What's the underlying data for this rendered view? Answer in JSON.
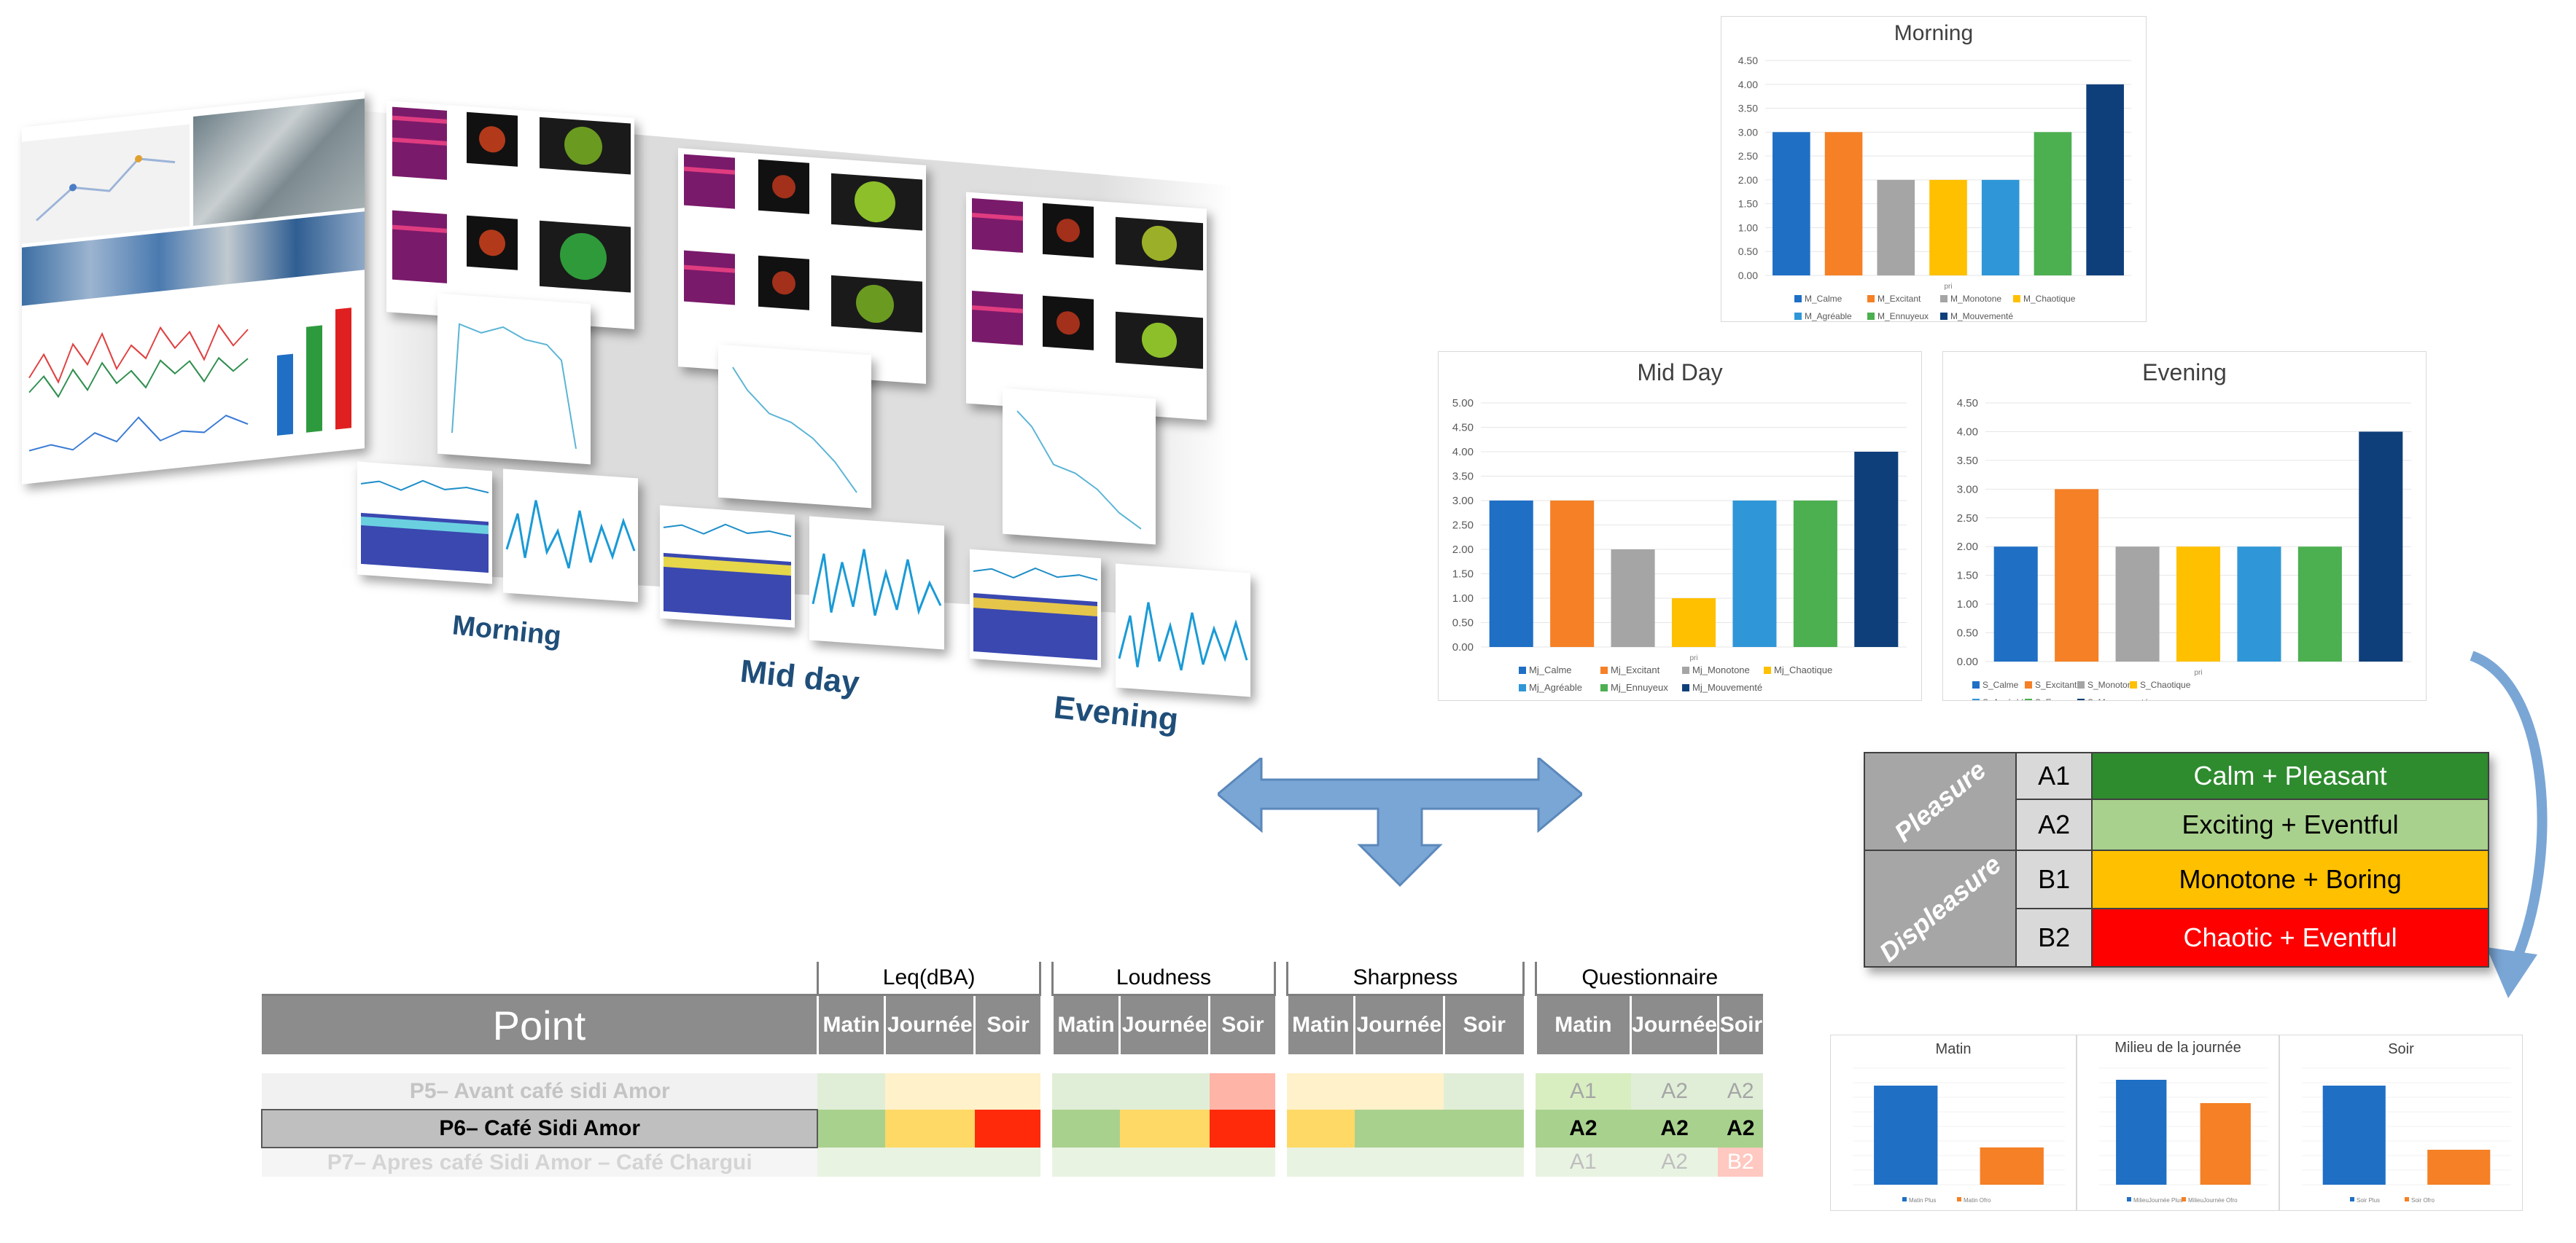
{
  "days": [
    "Morning",
    "Mid day",
    "Evening"
  ],
  "charts": {
    "morning": {
      "title": "Morning",
      "yticks": [
        "0.00",
        "0.50",
        "1.00",
        "1.50",
        "2.00",
        "2.50",
        "3.00",
        "3.50",
        "4.00",
        "4.50"
      ],
      "legend": [
        "M_Calme",
        "M_Excitant",
        "M_Monotone",
        "M_Chaotique",
        "M_Agréable",
        "M_Ennuyeux",
        "M_Mouvementé"
      ],
      "xlabel": "pri"
    },
    "midday": {
      "title": "Mid Day",
      "yticks": [
        "0.00",
        "0.50",
        "1.00",
        "1.50",
        "2.00",
        "2.50",
        "3.00",
        "3.50",
        "4.00",
        "4.50",
        "5.00"
      ],
      "legend": [
        "Mj_Calme",
        "Mj_Excitant",
        "Mj_Monotone",
        "Mj_Chaotique",
        "Mj_Agréable",
        "Mj_Ennuyeux",
        "Mj_Mouvementé"
      ],
      "xlabel": "pri"
    },
    "evening": {
      "title": "Evening",
      "yticks": [
        "0.00",
        "0.50",
        "1.00",
        "1.50",
        "2.00",
        "2.50",
        "3.00",
        "3.50",
        "4.00",
        "4.50"
      ],
      "legend": [
        "S_Calme",
        "S_Excitant",
        "S_Monotone",
        "S_Chaotique",
        "S_Agréable",
        "S_Ennuyeux",
        "S_Mouvementé"
      ],
      "xlabel": "pri"
    },
    "small": [
      {
        "title": "Matin",
        "legend": [
          "Matin Plus",
          "Matin Ofro"
        ]
      },
      {
        "title": "Milieu de la journée",
        "legend": [
          "MilieuJournée Plus",
          "MilieuJournée Ofro"
        ]
      },
      {
        "title": "Soir",
        "legend": [
          "Soir Plus",
          "Soir Ofro"
        ]
      }
    ]
  },
  "chart_data": [
    {
      "type": "bar",
      "title": "Morning",
      "categories": [
        "M_Calme",
        "M_Excitant",
        "M_Monotone",
        "M_Chaotique",
        "M_Agréable",
        "M_Ennuyeux",
        "M_Mouvementé"
      ],
      "values": [
        3,
        3,
        2,
        2,
        2,
        3,
        4
      ],
      "ylim": [
        0,
        4.5
      ],
      "colors": [
        "#1f6fc5",
        "#f58025",
        "#a5a5a5",
        "#ffc000",
        "#2f97d7",
        "#4caf50",
        "#0f3f7a"
      ]
    },
    {
      "type": "bar",
      "title": "Mid Day",
      "categories": [
        "Mj_Calme",
        "Mj_Excitant",
        "Mj_Monotone",
        "Mj_Chaotique",
        "Mj_Agréable",
        "Mj_Ennuyeux",
        "Mj_Mouvementé"
      ],
      "values": [
        3,
        3,
        2,
        1,
        3,
        3,
        4
      ],
      "ylim": [
        0,
        5
      ],
      "colors": [
        "#1f6fc5",
        "#f58025",
        "#a5a5a5",
        "#ffc000",
        "#2f97d7",
        "#4caf50",
        "#0f3f7a"
      ]
    },
    {
      "type": "bar",
      "title": "Evening",
      "categories": [
        "S_Calme",
        "S_Excitant",
        "S_Monotone",
        "S_Chaotique",
        "S_Agréable",
        "S_Ennuyeux",
        "S_Mouvementé"
      ],
      "values": [
        2,
        3,
        2,
        2,
        2,
        2,
        4
      ],
      "ylim": [
        0,
        4.5
      ],
      "colors": [
        "#1f6fc5",
        "#f58025",
        "#a5a5a5",
        "#ffc000",
        "#2f97d7",
        "#4caf50",
        "#0f3f7a"
      ]
    },
    {
      "type": "bar",
      "title": "Matin",
      "categories": [
        "Matin Plus",
        "Matin Ofro"
      ],
      "values": [
        0.85,
        0.32
      ],
      "ylim": [
        0,
        1
      ],
      "colors": [
        "#1f6fc5",
        "#f58025"
      ]
    },
    {
      "type": "bar",
      "title": "Milieu de la journée",
      "categories": [
        "MilieuJournée Plus",
        "MilieuJournée Ofro"
      ],
      "values": [
        0.9,
        0.7
      ],
      "ylim": [
        0,
        1
      ],
      "colors": [
        "#1f6fc5",
        "#f58025"
      ]
    },
    {
      "type": "bar",
      "title": "Soir",
      "categories": [
        "Soir Plus",
        "Soir Ofro"
      ],
      "values": [
        0.85,
        0.3
      ],
      "ylim": [
        0,
        1
      ],
      "colors": [
        "#1f6fc5",
        "#f58025"
      ]
    }
  ],
  "legend_table": {
    "categories": [
      "Pleasure",
      "Displeasure"
    ],
    "rows": [
      {
        "code": "A1",
        "label": "Calm + Pleasant",
        "color": "#2e8b2e"
      },
      {
        "code": "A2",
        "label": "Exciting + Eventful",
        "color": "#a9d18e"
      },
      {
        "code": "B1",
        "label": "Monotone + Boring",
        "color": "#ffc000"
      },
      {
        "code": "B2",
        "label": "Chaotic + Eventful",
        "color": "#ff0000"
      }
    ]
  },
  "table": {
    "point_header": "Point",
    "groups": [
      "Leq(dBA)",
      "Loudness",
      "Sharpness",
      "Questionnaire"
    ],
    "subheaders": [
      "Matin",
      "Journée",
      "Soir"
    ],
    "rows": [
      {
        "point": "P5– Avant café sidi Amor",
        "q": [
          "A1",
          "A2",
          "A2"
        ]
      },
      {
        "point": "P6– Café Sidi Amor",
        "q": [
          "A2",
          "A2",
          "A2"
        ]
      },
      {
        "point": "P7– Apres café Sidi Amor – Café Chargui",
        "q": [
          "A1",
          "A2",
          "B2"
        ]
      }
    ]
  }
}
